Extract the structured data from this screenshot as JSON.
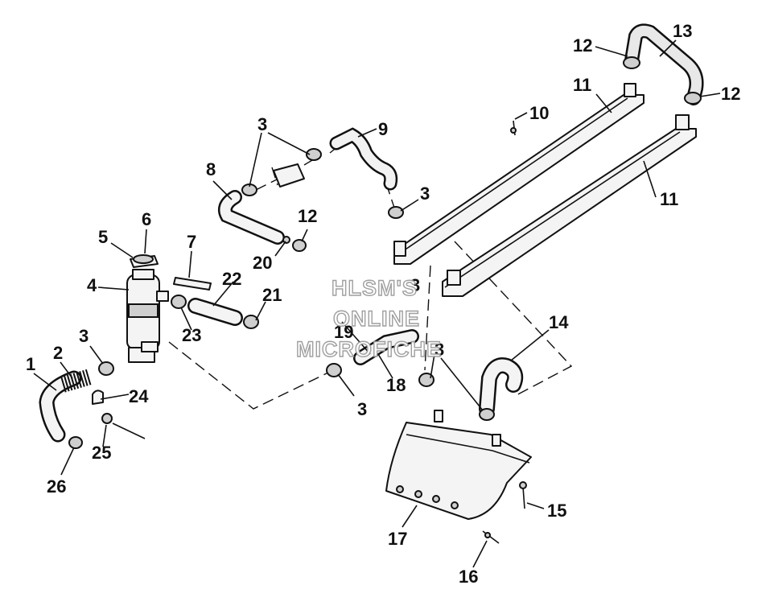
{
  "watermark": {
    "line1": "HLSM'S",
    "line2": "ONLINE",
    "line3": "MICROFICHE"
  },
  "callouts": {
    "c1": "1",
    "c2": "2",
    "c3a": "3",
    "c3b": "3",
    "c3c": "3",
    "c3d": "3",
    "c3e": "3",
    "c3f": "3",
    "c4": "4",
    "c5": "5",
    "c6": "6",
    "c7": "7",
    "c8": "8",
    "c9": "9",
    "c10": "10",
    "c11a": "11",
    "c11b": "11",
    "c12a": "12",
    "c12b": "12",
    "c12c": "12",
    "c13": "13",
    "c14": "14",
    "c15": "15",
    "c16": "16",
    "c17": "17",
    "c18": "18",
    "c19": "19",
    "c20": "20",
    "c21": "21",
    "c22": "22",
    "c23": "23",
    "c24": "24",
    "c25": "25",
    "c26": "26"
  }
}
